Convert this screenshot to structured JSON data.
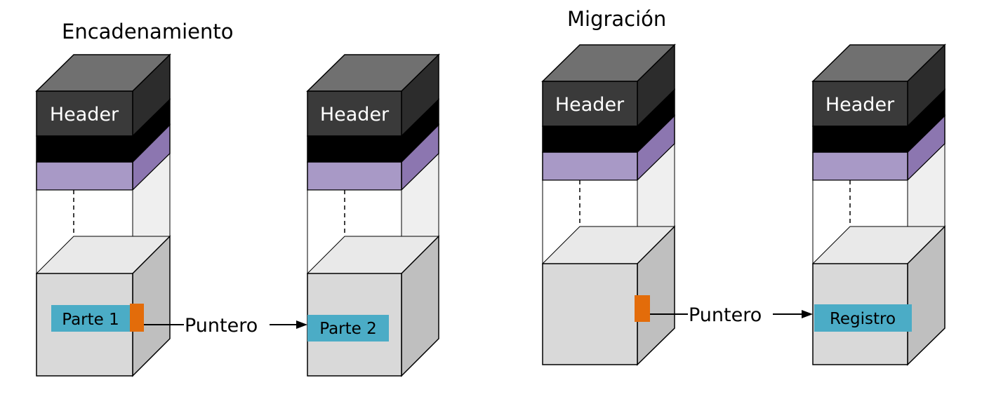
{
  "diagram": {
    "left": {
      "title": "Encadenamiento",
      "block1": {
        "header": "Header",
        "record": "Parte 1"
      },
      "block2": {
        "header": "Header",
        "record": "Parte 2"
      },
      "pointer": "Puntero"
    },
    "right": {
      "title": "Migración",
      "block1": {
        "header": "Header"
      },
      "block2": {
        "header": "Header",
        "record": "Registro"
      },
      "pointer": "Puntero"
    }
  },
  "colors": {
    "header_face": "#3a3a3a",
    "header_top": "#707070",
    "header_side": "#2a2a2a",
    "band_black": "#000000",
    "band_purple_front": "#a899c6",
    "band_purple_side": "#8c76b0",
    "record_fill": "#4bacc6",
    "pointer_fill": "#e36c0a",
    "body_light": "#f1f1f1",
    "body_box_front": "#d9d9d9",
    "body_box_top": "#e8e8e8",
    "body_box_side": "#bfbfbf"
  }
}
